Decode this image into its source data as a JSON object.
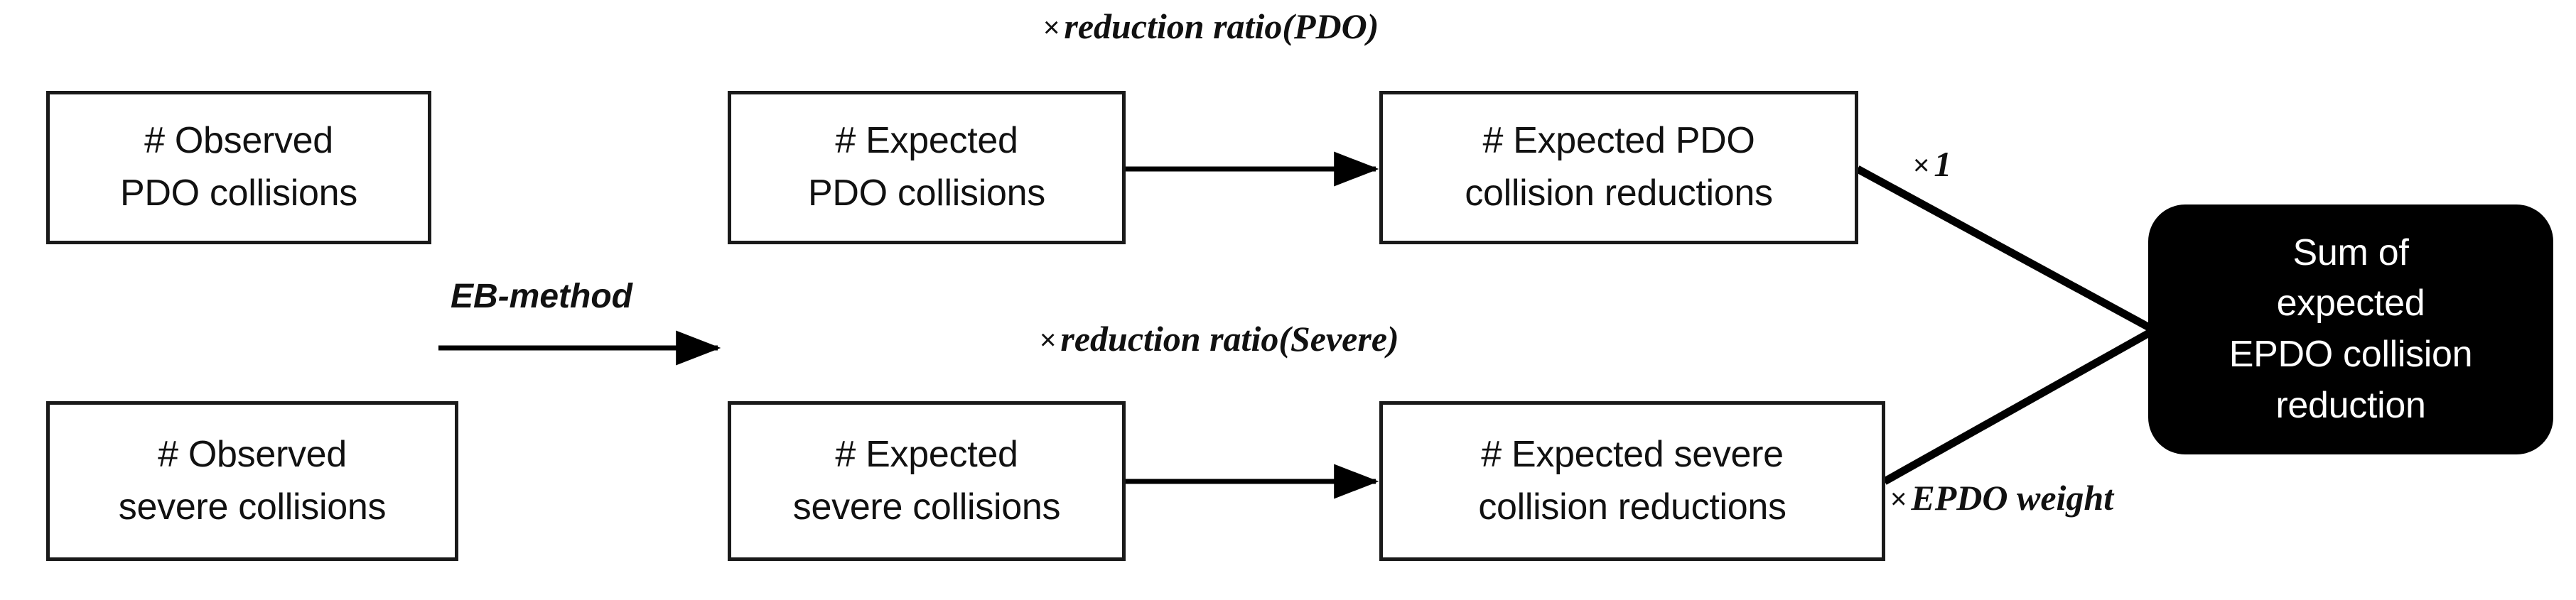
{
  "diagram": {
    "title": "EPDO collision reduction computation flow",
    "colors": {
      "box_border": "#1a1a1a",
      "box_fill": "#ffffff",
      "terminal_fill": "#000000",
      "terminal_text": "#ffffff",
      "text": "#111111",
      "connector": "#000000"
    },
    "boxes": [
      {
        "id": "observed-pdo",
        "lines": [
          "# Observed",
          "PDO collisions"
        ]
      },
      {
        "id": "expected-pdo",
        "lines": [
          "# Expected",
          "PDO collisions"
        ]
      },
      {
        "id": "expected-pdo-reductions",
        "lines": [
          "# Expected PDO",
          "collision reductions"
        ]
      },
      {
        "id": "observed-severe",
        "lines": [
          "# Observed",
          "severe collisions"
        ]
      },
      {
        "id": "expected-severe",
        "lines": [
          "# Expected",
          "severe collisions"
        ]
      },
      {
        "id": "expected-severe-reductions",
        "lines": [
          "# Expected severe",
          "collision reductions"
        ]
      }
    ],
    "terminal": {
      "id": "sum-epdo",
      "lines": [
        "Sum of",
        "expected",
        "EPDO collision",
        "reduction"
      ]
    },
    "labels": {
      "reduction_ratio_pdo": {
        "operator": "×",
        "text": "reduction ratio(PDO)"
      },
      "reduction_ratio_severe": {
        "operator": "×",
        "text": "reduction ratio(Severe)"
      },
      "eb_method": {
        "text": "EB-method"
      },
      "multiply_one": {
        "operator": "×",
        "text": "1"
      },
      "epdo_weight": {
        "operator": "×",
        "text": "EPDO weight"
      }
    }
  }
}
